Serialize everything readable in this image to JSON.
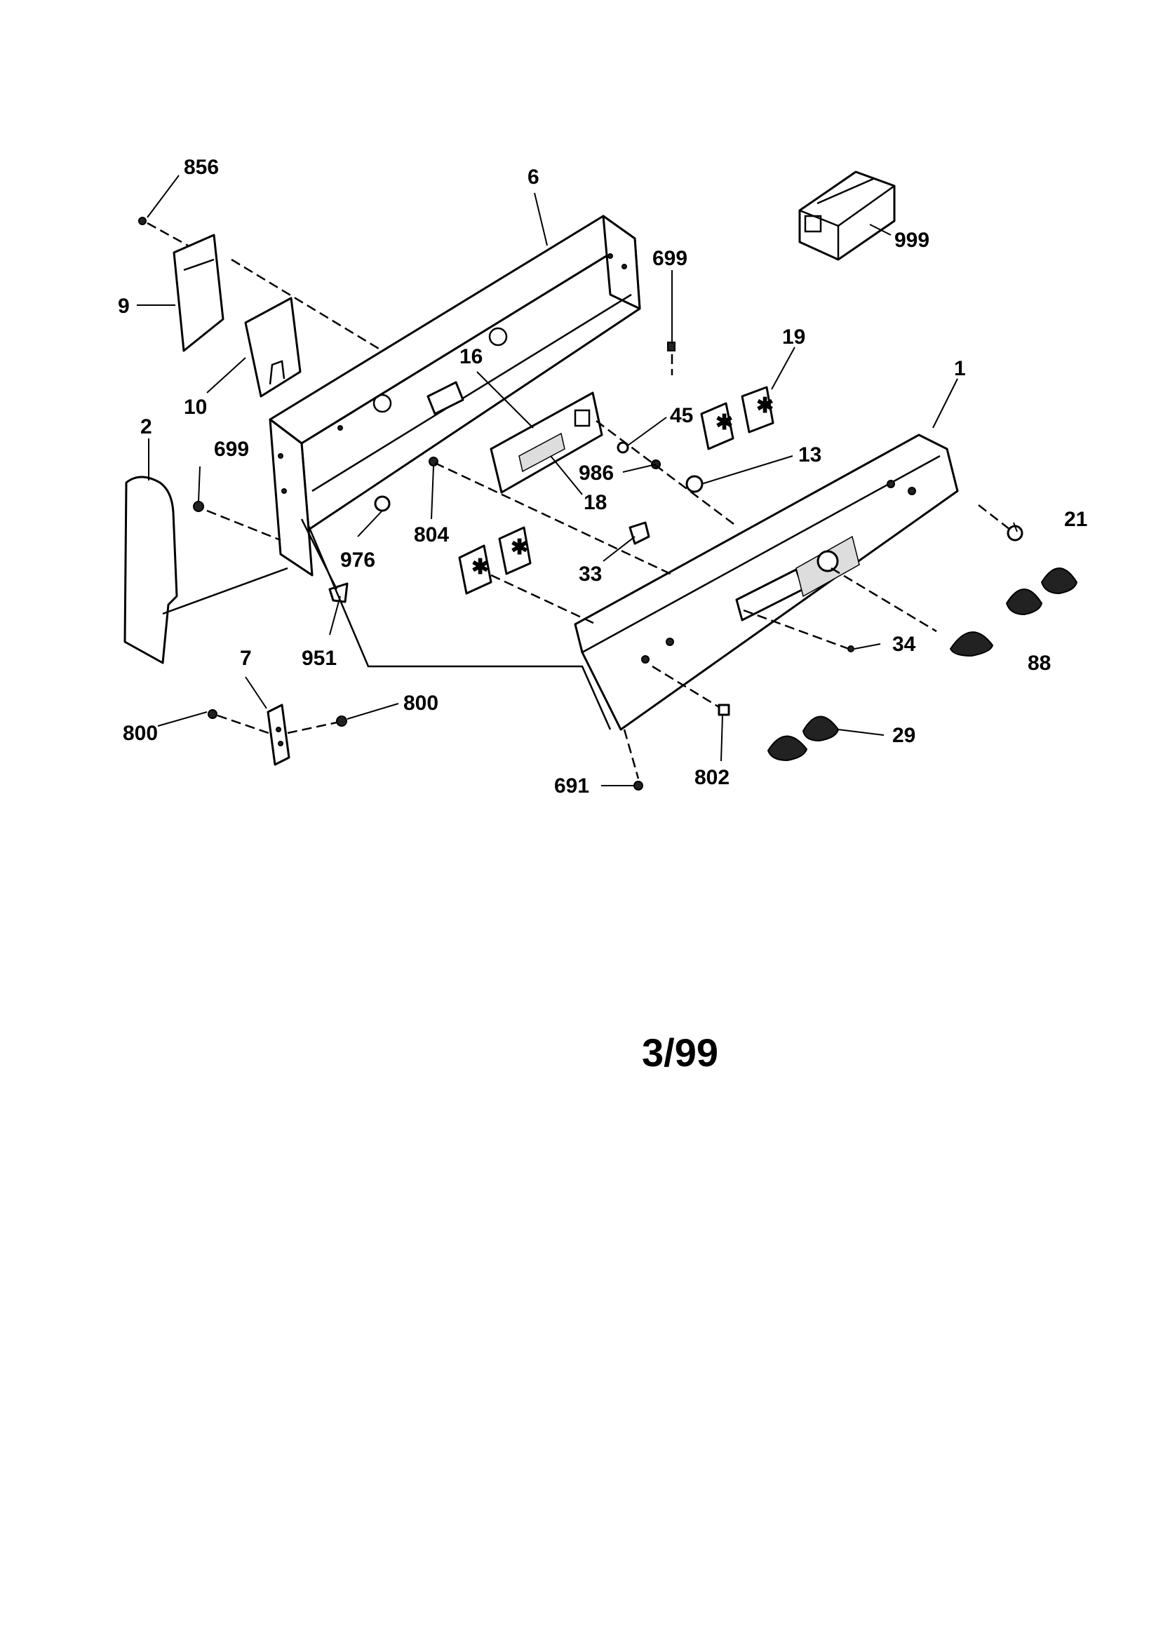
{
  "diagram": {
    "date_code": "3/99",
    "callouts": {
      "c856": "856",
      "c6": "6",
      "c999": "999",
      "c9": "9",
      "c699_top": "699",
      "c19": "19",
      "c10": "10",
      "c16": "16",
      "c1": "1",
      "c2": "2",
      "c45": "45",
      "c699_left": "699",
      "c13": "13",
      "c986": "986",
      "c18": "18",
      "c21": "21",
      "c976": "976",
      "c804": "804",
      "c33": "33",
      "c951": "951",
      "c34": "34",
      "c88": "88",
      "c7": "7",
      "c800_left": "800",
      "c800_right": "800",
      "c29": "29",
      "c802": "802",
      "c691": "691"
    }
  }
}
